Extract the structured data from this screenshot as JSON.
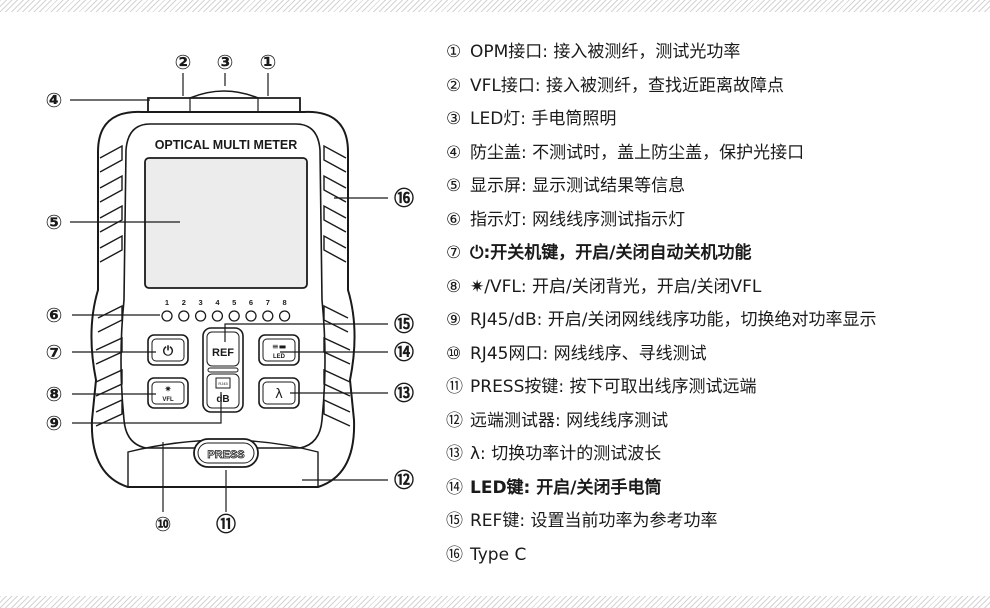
{
  "device": {
    "label": "OPTICAL MULTI METER",
    "ports": [
      "1",
      "2",
      "3",
      "4",
      "5",
      "6",
      "7",
      "8"
    ],
    "buttons": {
      "ref": "REF",
      "db": "dB",
      "led": "LED",
      "vfl": "VFL",
      "lambda": "λ",
      "press": "PRESS",
      "rj45_tag": "RJ45"
    }
  },
  "callouts": [
    "①",
    "②",
    "③",
    "④",
    "⑤",
    "⑥",
    "⑦",
    "⑧",
    "⑨",
    "⑩",
    "⑪",
    "⑫",
    "⑬",
    "⑭",
    "⑮",
    "⑯"
  ],
  "legend": [
    {
      "mark": "①",
      "text": "OPM接口: 接入被测纤，测试光功率"
    },
    {
      "mark": "②",
      "text": "VFL接口: 接入被测纤，查找近距离故障点"
    },
    {
      "mark": "③",
      "text": "LED灯: 手电筒照明"
    },
    {
      "mark": "④",
      "text": "防尘盖: 不测试时，盖上防尘盖，保护光接口"
    },
    {
      "mark": "⑤",
      "text": "显示屏: 显示测试结果等信息"
    },
    {
      "mark": "⑥",
      "text": "指示灯: 网线线序测试指示灯"
    },
    {
      "mark": "⑦",
      "symbol": "⏻",
      "text": ":开关机键，开启/关闭自动关机功能"
    },
    {
      "mark": "⑧",
      "symbol": "✷",
      "text": "/VFL: 开启/关闭背光，开启/关闭VFL"
    },
    {
      "mark": "⑨",
      "text": "RJ45/dB: 开启/关闭网线线序功能，切换绝对功率显示"
    },
    {
      "mark": "⑩",
      "text": "RJ45网口: 网线线序、寻线测试"
    },
    {
      "mark": "⑪",
      "text": "PRESS按键: 按下可取出线序测试远端"
    },
    {
      "mark": "⑫",
      "text": "远端测试器: 网线线序测试"
    },
    {
      "mark": "⑬",
      "text": "λ: 切换功率计的测试波长"
    },
    {
      "mark": "⑭",
      "text": "LED键: 开启/关闭手电筒"
    },
    {
      "mark": "⑮",
      "text": "REF键: 设置当前功率为参考功率"
    },
    {
      "mark": "⑯",
      "text": "Type C"
    }
  ],
  "colors": {
    "ink": "#1a1a1a",
    "screen": "#ececec",
    "body": "#ffffff"
  }
}
